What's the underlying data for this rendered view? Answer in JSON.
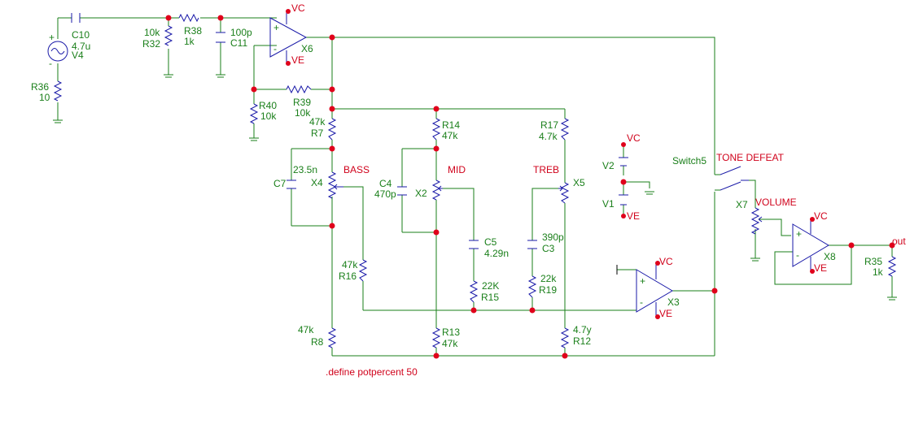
{
  "labels": {
    "c10": "C10",
    "c10_val": "4.7u",
    "v4_plus": "+",
    "v4_minus": "-",
    "v4": "V4",
    "r36": "R36",
    "r36_val": "10",
    "r32_val": "10k",
    "r32": "R32",
    "r38": "R38",
    "r38_val": "1k",
    "c11_val": "100p",
    "c11": "C11",
    "x6": "X6",
    "r40": "R40",
    "r40_val": "10k",
    "r39": "R39",
    "r39_val": "10k",
    "r7_val": "47k",
    "r7": "R7",
    "r14": "R14",
    "r14_val": "47k",
    "r17": "R17",
    "r17_val": "4.7k",
    "c7": "C7",
    "c7_val": "23.5n",
    "x4": "X4",
    "bass": "BASS",
    "c4": "C4",
    "c4_val": "470p",
    "x2": "X2",
    "mid": "MID",
    "treb": "TREB",
    "x5": "X5",
    "c5": "C5",
    "c5_val": "4.29n",
    "c3_val": "390p",
    "c3": "C3",
    "r16_val": "47k",
    "r16": "R16",
    "r15_val": "22K",
    "r15": "R15",
    "r19_val": "22k",
    "r19": "R19",
    "r8_val": "47k",
    "r8": "R8",
    "r13": "R13",
    "r13_val": "47k",
    "r12_val": "4.7y",
    "r12": "R12",
    "define": ".define potpercent 50",
    "v2": "V2",
    "v1": "V1",
    "switch5": "Switch5",
    "tone_defeat": "TONE DEFEAT",
    "x7": "X7",
    "volume": "VOLUME",
    "x3": "X3",
    "x8": "X8",
    "out": "out",
    "r35": "R35",
    "r35_val": "1k",
    "vc": "VC",
    "ve": "VE"
  },
  "colors": {
    "wire": "#1a7f1a",
    "component": "#1a1aa8",
    "node": "#e0001b",
    "text_green": "#1a7f1a",
    "text_red": "#d0021b"
  }
}
